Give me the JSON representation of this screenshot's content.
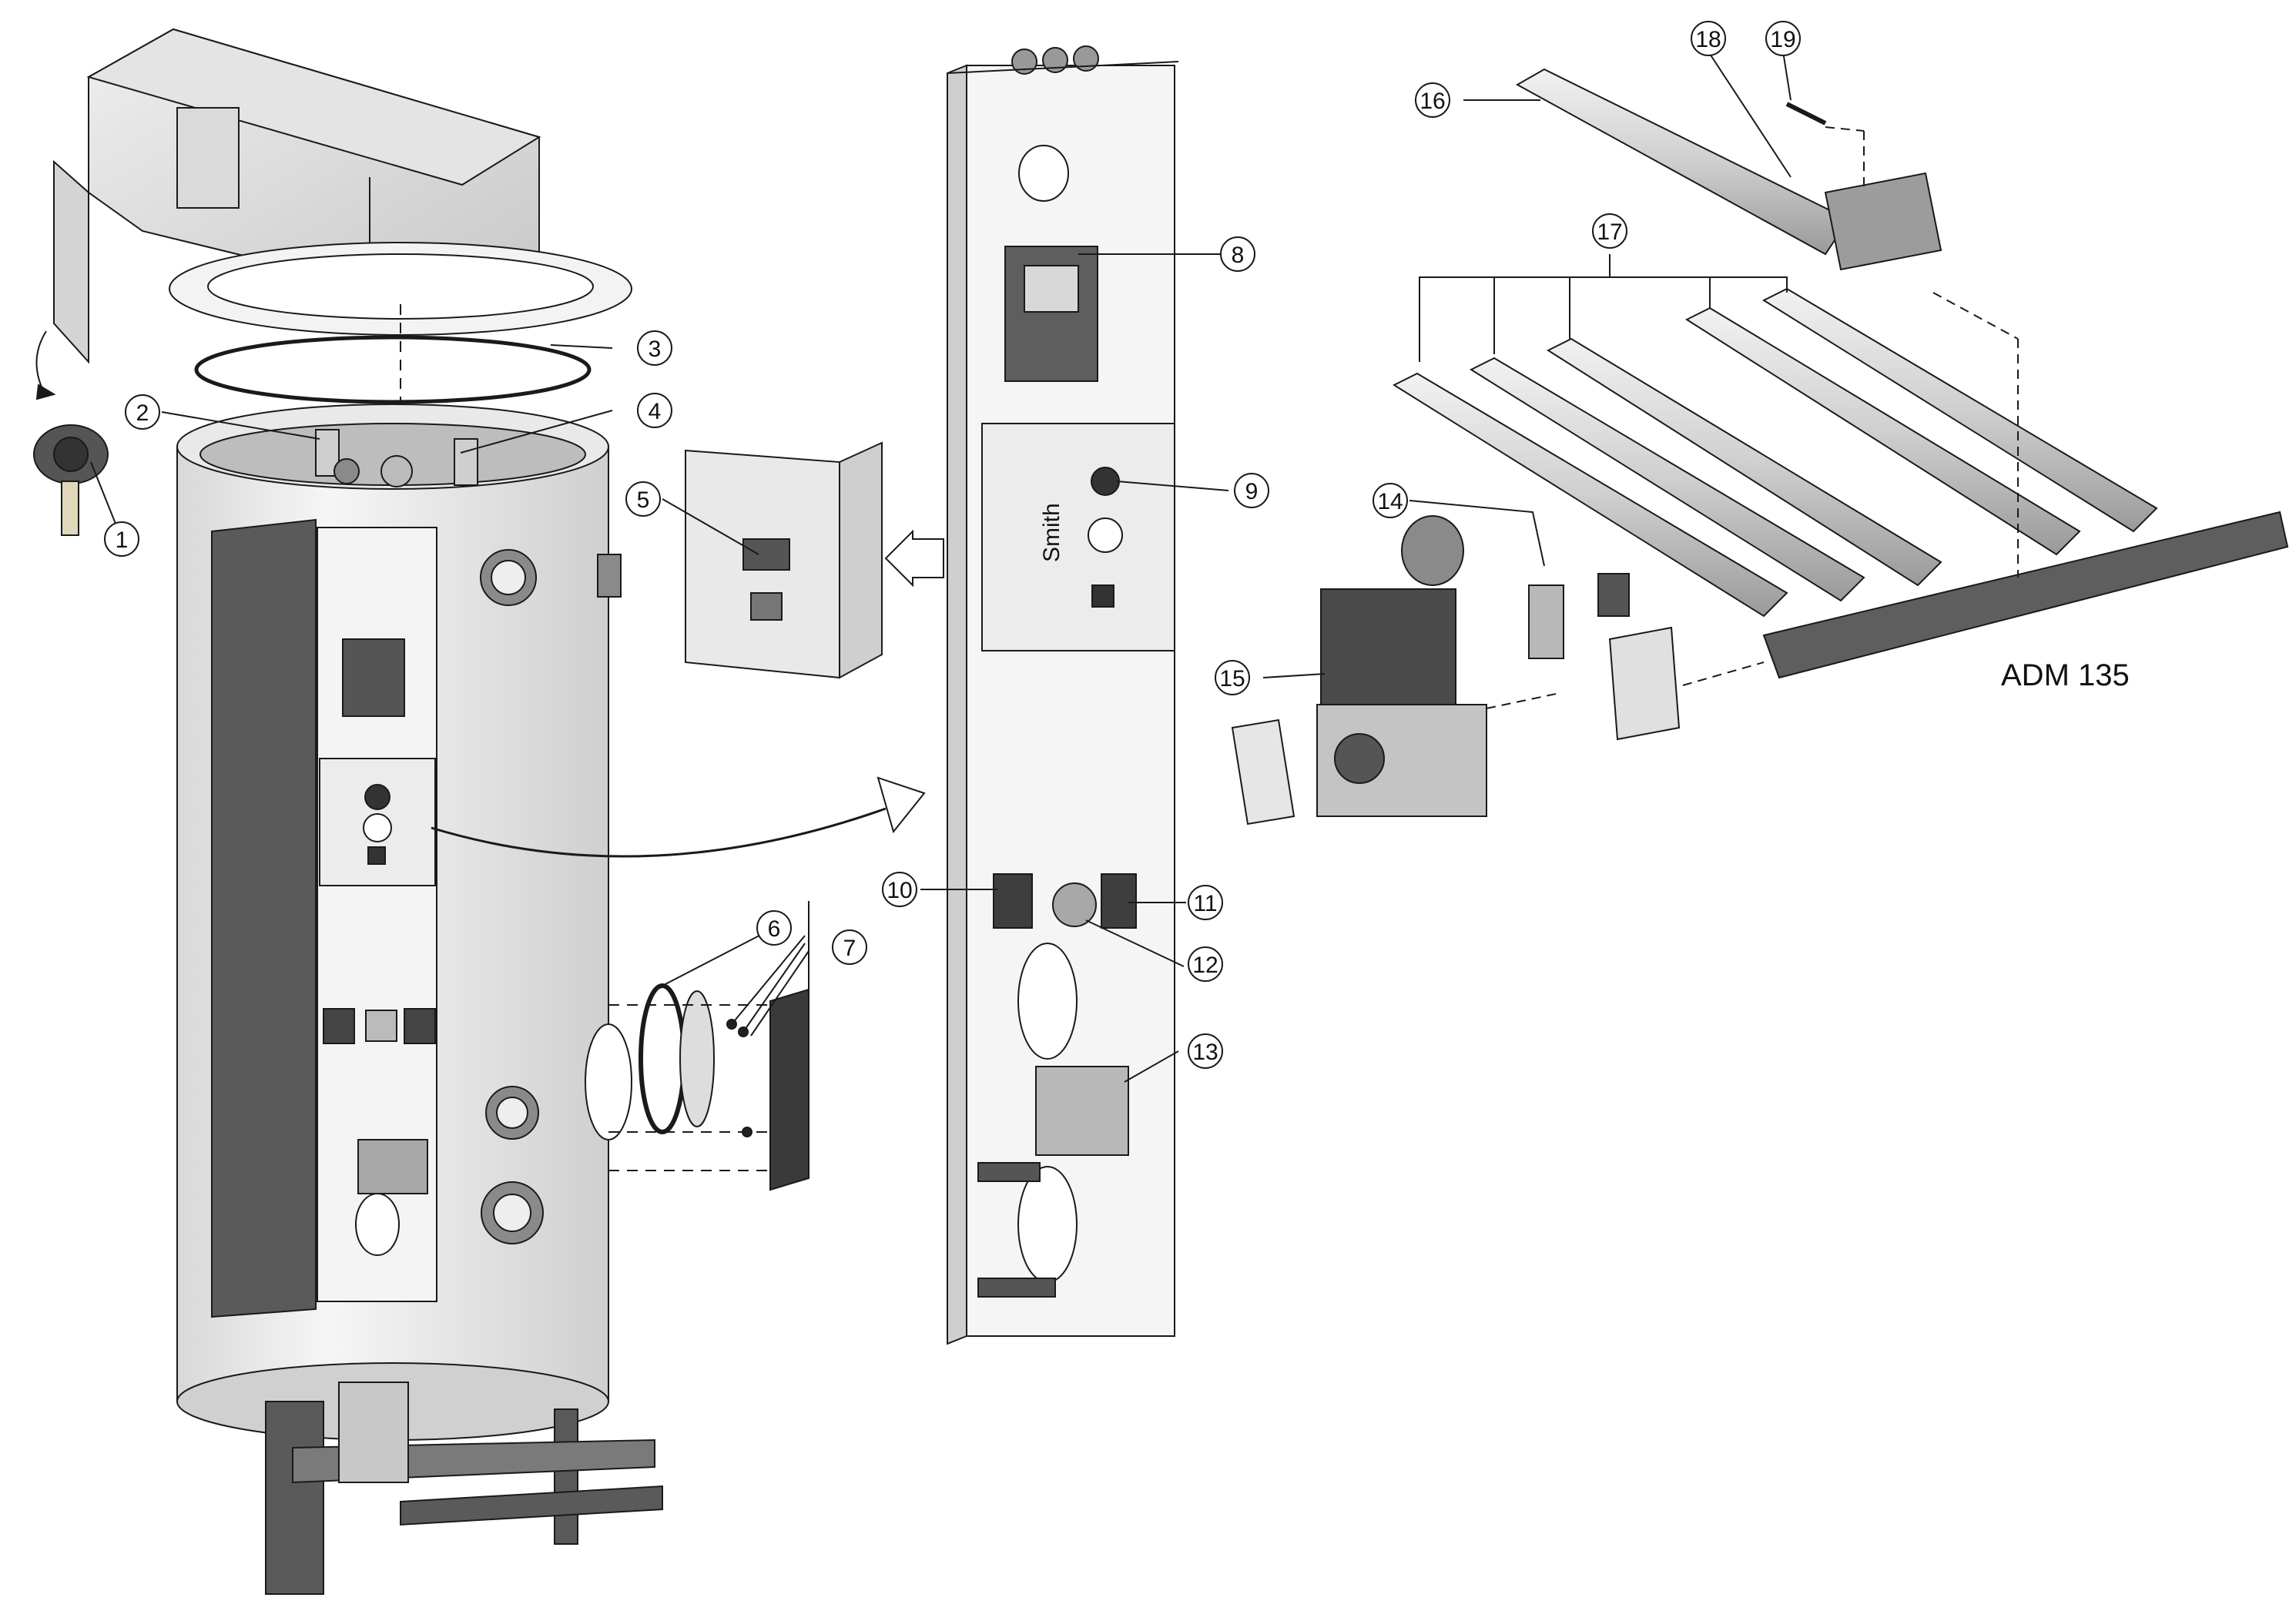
{
  "diagram": {
    "model_label": "ADM 135",
    "brand_text": "Smith",
    "callouts": [
      {
        "id": "c1",
        "label": "1"
      },
      {
        "id": "c2",
        "label": "2"
      },
      {
        "id": "c3",
        "label": "3"
      },
      {
        "id": "c4",
        "label": "4"
      },
      {
        "id": "c5",
        "label": "5"
      },
      {
        "id": "c6",
        "label": "6"
      },
      {
        "id": "c7",
        "label": "7"
      },
      {
        "id": "c8",
        "label": "8"
      },
      {
        "id": "c9",
        "label": "9"
      },
      {
        "id": "c10",
        "label": "10"
      },
      {
        "id": "c11",
        "label": "11"
      },
      {
        "id": "c12",
        "label": "12"
      },
      {
        "id": "c13",
        "label": "13"
      },
      {
        "id": "c14",
        "label": "14"
      },
      {
        "id": "c15",
        "label": "15"
      },
      {
        "id": "c16",
        "label": "16"
      },
      {
        "id": "c17",
        "label": "17"
      },
      {
        "id": "c18",
        "label": "18"
      },
      {
        "id": "c19",
        "label": "19"
      }
    ],
    "colors": {
      "line": "#1a1a1a",
      "tank": "#eeeeee",
      "dark_part": "#4a4a4a",
      "mid_part": "#9a9a9a",
      "light_part": "#dcdcdc"
    }
  }
}
